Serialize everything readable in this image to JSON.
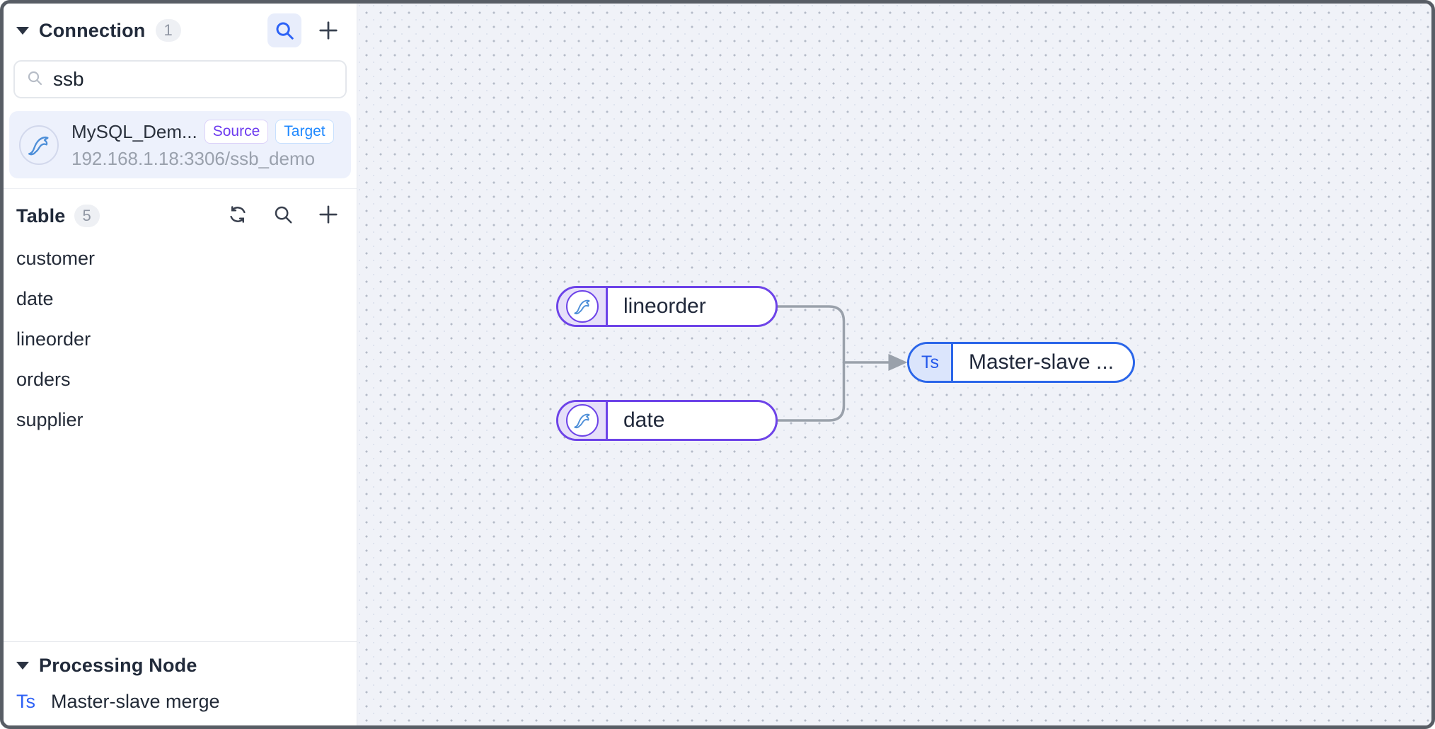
{
  "sidebar": {
    "connection_section": {
      "title": "Connection",
      "count": "1",
      "search_value": "ssb",
      "item": {
        "name": "MySQL_Dem...",
        "address": "192.168.1.18:3306/ssb_demo",
        "badges": [
          {
            "label": "Source",
            "color": "#6d3bef"
          },
          {
            "label": "Target",
            "color": "#1e88ff"
          }
        ]
      }
    },
    "table_section": {
      "title": "Table",
      "count": "5",
      "items": [
        "customer",
        "date",
        "lineorder",
        "orders",
        "supplier"
      ]
    },
    "processing_section": {
      "title": "Processing Node",
      "item": {
        "icon_label": "Ts",
        "label": "Master-slave merge"
      }
    }
  },
  "canvas": {
    "nodes": [
      {
        "id": "lineorder",
        "label": "lineorder",
        "icon": "mysql-icon"
      },
      {
        "id": "date",
        "label": "date",
        "icon": "mysql-icon"
      },
      {
        "id": "merge",
        "label": "Master-slave ...",
        "icon_label": "Ts",
        "icon": "ts-icon"
      }
    ],
    "edges": [
      {
        "from": "lineorder",
        "to": "merge"
      },
      {
        "from": "date",
        "to": "merge"
      }
    ]
  },
  "colors": {
    "accent_purple": "#6d43e8",
    "accent_blue": "#2b66e9",
    "edge_gray": "#9aa1ab",
    "canvas_bg": "#f0f2f8",
    "selected_item_bg": "#edf1fc",
    "active_button_bg": "#e8edfb"
  }
}
